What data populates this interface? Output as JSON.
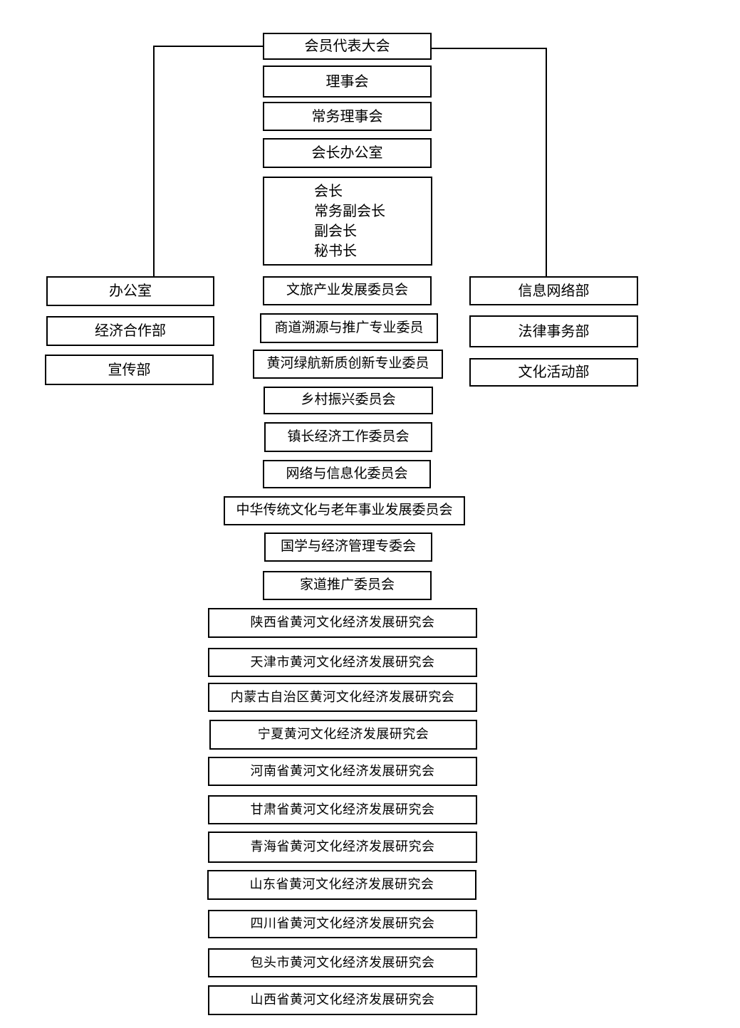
{
  "org": {
    "top_chain": [
      "会员代表大会",
      "理事会",
      "常务理事会",
      "会长办公室"
    ],
    "leadership": [
      "会长",
      "常务副会长",
      "副会长",
      "秘书长"
    ],
    "left_departments": [
      "办公室",
      "经济合作部",
      "宣传部"
    ],
    "right_departments": [
      "信息网络部",
      "法律事务部",
      "文化活动部"
    ],
    "committees": [
      "文旅产业发展委员会",
      "商道溯源与推广专业委员",
      "黄河绿航新质创新专业委员",
      "乡村振兴委员会",
      "镇长经济工作委员会",
      "网络与信息化委员会",
      "中华传统文化与老年事业发展委员会",
      "国学与经济管理专委会",
      "家道推广委员会"
    ],
    "regional_associations": [
      "陕西省黄河文化经济发展研究会",
      "天津市黄河文化经济发展研究会",
      "内蒙古自治区黄河文化经济发展研究会",
      "宁夏黄河文化经济发展研究会",
      "河南省黄河文化经济发展研究会",
      "甘肃省黄河文化经济发展研究会",
      "青海省黄河文化经济发展研究会",
      "山东省黄河文化经济发展研究会",
      "四川省黄河文化经济发展研究会",
      "包头市黄河文化经济发展研究会",
      "山西省黄河文化经济发展研究会"
    ],
    "colors": {
      "border": "#000000",
      "background": "#ffffff",
      "text": "#000000"
    }
  }
}
